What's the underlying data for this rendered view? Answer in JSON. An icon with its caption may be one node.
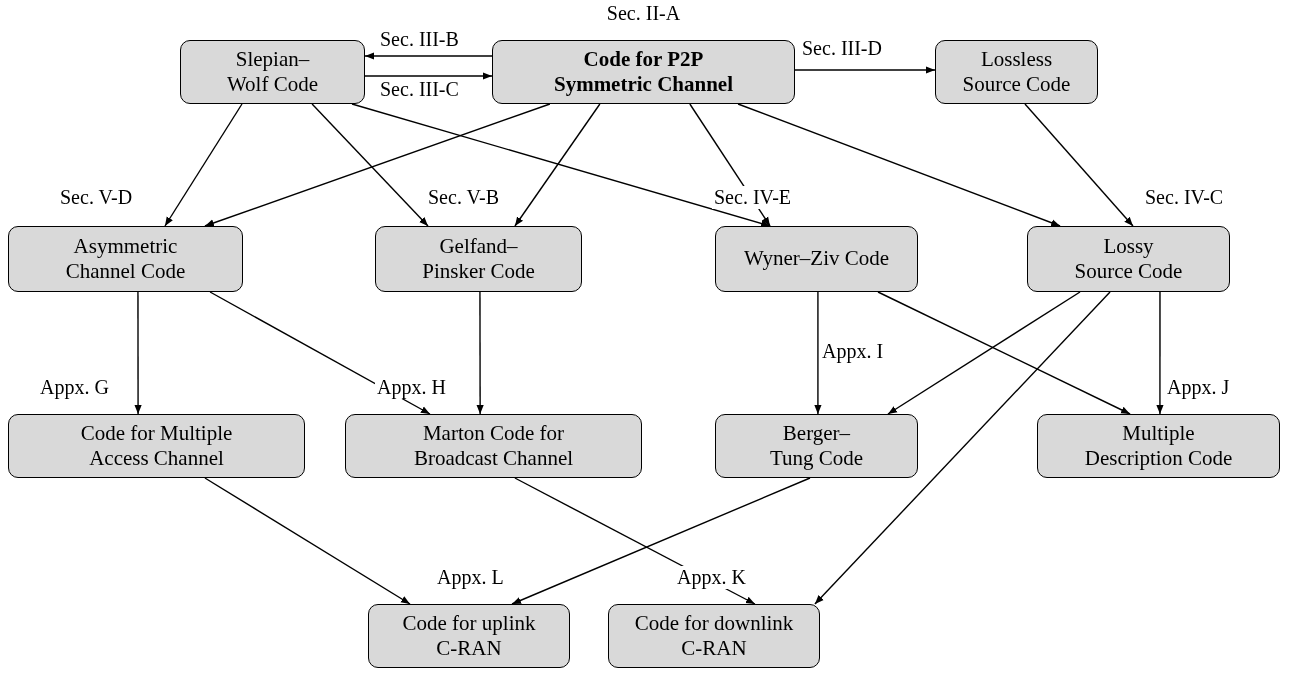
{
  "diagram": {
    "nodes": [
      {
        "text": [
          "Slepian– Wolf Code"
        ]
      },
      {
        "text": [
          "Code for P2P Symmetric Channel"
        ],
        "beside": [
          "Sec. II-A"
        ]
      },
      {
        "text": [
          "Lossless Source Code"
        ]
      },
      {
        "text": [
          "Asymmetric Channel Code"
        ],
        "beside": [
          "Sec. V-D"
        ]
      },
      {
        "text": [
          "Gelfand– Pinsker Code"
        ],
        "beside": [
          "Sec. V-B"
        ]
      },
      {
        "text": [
          "Wyner–Ziv Code"
        ],
        "beside": [
          "Sec. IV-E"
        ]
      },
      {
        "text": [
          "Lossy Source Code"
        ],
        "beside": [
          "Sec. IV-C"
        ]
      },
      {
        "text": [
          "Code for Multiple Access Channel"
        ],
        "beside": [
          "Appx. G"
        ]
      },
      {
        "text": [
          "Marton Code for Broadcast Channel"
        ],
        "beside": [
          "Appx. H"
        ]
      },
      {
        "text": [
          "Berger– Tung Code"
        ],
        "beside": [
          "Appx. I"
        ]
      },
      {
        "text": [
          "Multiple Description Code"
        ],
        "beside": [
          "Appx. J"
        ]
      },
      {
        "text": [
          "Code for uplink C-RAN"
        ],
        "beside": [
          "Appx. L"
        ]
      },
      {
        "text": [
          "Code for downlink C-RAN"
        ],
        "beside": [
          "Appx. K"
        ]
      }
    ],
    "edges": [
      {
        "from": 1,
        "to": 0,
        "arrow": "to",
        "label": "Sec. III-B"
      },
      {
        "from": 0,
        "to": 1,
        "arrow": "to",
        "label": "Sec. III-C"
      },
      {
        "from": 1,
        "to": 2,
        "arrow": "to",
        "label": "Sec. III-D"
      },
      {
        "from": 0,
        "to": 3,
        "arrow": "to"
      },
      {
        "from": 0,
        "to": 4,
        "arrow": "to"
      },
      {
        "from": 0,
        "to": 5,
        "arrow": "to"
      },
      {
        "from": 1,
        "to": 3,
        "arrow": "to"
      },
      {
        "from": 1,
        "to": 4,
        "arrow": "to"
      },
      {
        "from": 1,
        "to": 5,
        "arrow": "to"
      },
      {
        "from": 1,
        "to": 6,
        "arrow": "to"
      },
      {
        "from": 2,
        "to": 6,
        "arrow": "to"
      },
      {
        "from": 3,
        "to": 7,
        "arrow": "to"
      },
      {
        "from": 3,
        "to": 8,
        "arrow": "to"
      },
      {
        "from": 4,
        "to": 8,
        "arrow": "to"
      },
      {
        "from": 5,
        "to": 9,
        "arrow": "to"
      },
      {
        "from": 5,
        "to": 10,
        "arrow": "to"
      },
      {
        "from": 6,
        "to": 9,
        "arrow": "to"
      },
      {
        "from": 6,
        "to": 10,
        "arrow": "to"
      },
      {
        "from": 6,
        "to": 12,
        "arrow": "to"
      },
      {
        "from": 7,
        "to": 11,
        "arrow": "to"
      },
      {
        "from": 8,
        "to": 12,
        "arrow": "to"
      },
      {
        "from": 9,
        "to": 11,
        "arrow": "to"
      }
    ]
  }
}
